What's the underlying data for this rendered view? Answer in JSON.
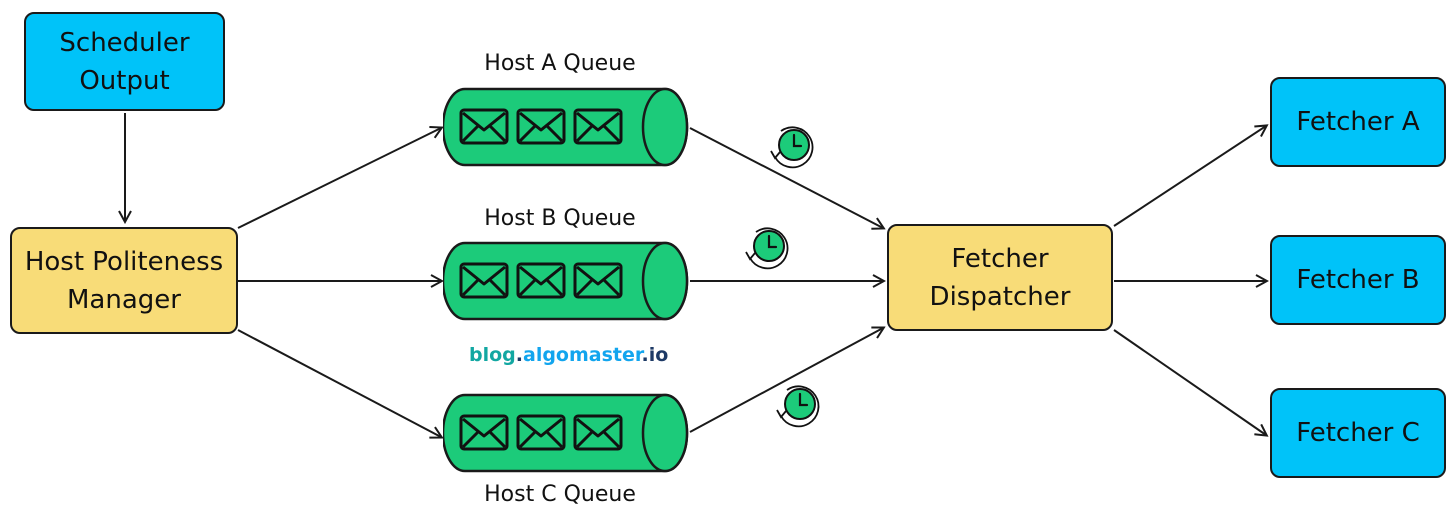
{
  "colors": {
    "blue_box": "#00c3f9",
    "yellow_box": "#f8dc78",
    "queue_fill": "#1ccb7a",
    "outline": "#1a1a1a",
    "watermark_teal": "#12a7a2",
    "watermark_blue": "#12a5ee",
    "watermark_navy": "#1d3a66"
  },
  "nodes": {
    "scheduler": {
      "line1": "Scheduler",
      "line2": "Output"
    },
    "politeness": {
      "line1": "Host Politeness",
      "line2": "Manager"
    },
    "dispatcher": {
      "line1": "Fetcher",
      "line2": "Dispatcher"
    },
    "fetcher_a": "Fetcher A",
    "fetcher_b": "Fetcher B",
    "fetcher_c": "Fetcher C"
  },
  "queues": {
    "a": {
      "label": "Host A Queue",
      "messages": 3,
      "icon": "envelope-icon"
    },
    "b": {
      "label": "Host B Queue",
      "messages": 3,
      "icon": "envelope-icon"
    },
    "c": {
      "label": "Host C Queue",
      "messages": 3,
      "icon": "envelope-icon"
    }
  },
  "delay_icon": "clock-icon",
  "watermark": {
    "part1": "blog",
    "dot1": ".",
    "part2": "algomaster",
    "dot2": ".",
    "part3": "io"
  }
}
